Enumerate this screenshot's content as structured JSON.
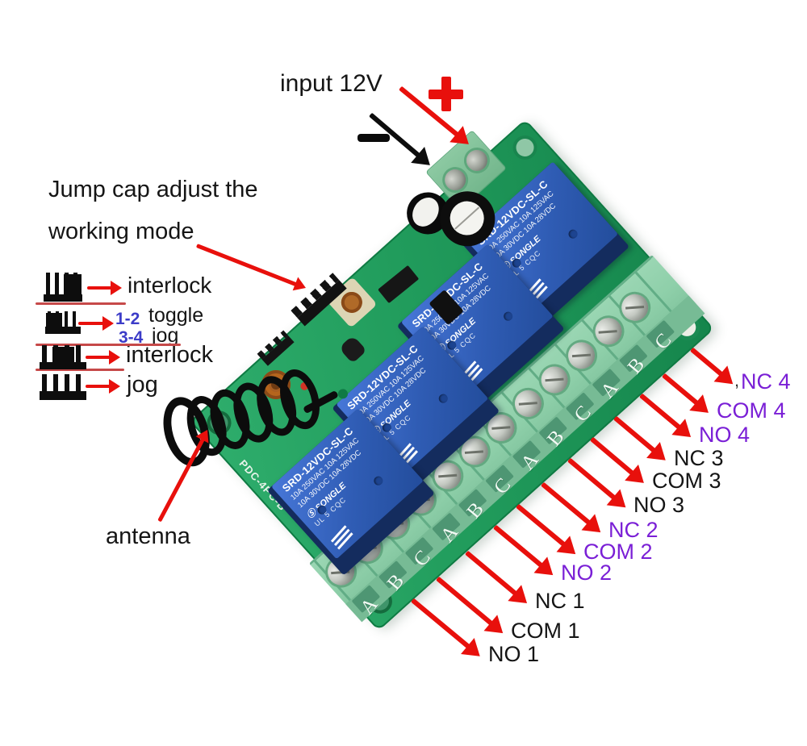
{
  "colors": {
    "red": "#e8100c",
    "black": "#151515",
    "purple": "#7a1fd6",
    "blue": "#3c3cc8",
    "underline": "#c64949"
  },
  "annotations": {
    "input_power": {
      "label": "input 12V",
      "plus": "+",
      "minus": "−"
    },
    "jump_cap": {
      "line1": "Jump cap adjust the",
      "line2": "working mode"
    },
    "antenna_label": "antenna",
    "stray_mark": ",",
    "legend": {
      "row1": "interlock",
      "row2_a": "1-2",
      "row2_b": "toggle",
      "row2_c": "3-4",
      "row2_d": "jog",
      "row3": "interlock",
      "row4": "jog"
    },
    "terminal_labels": [
      {
        "text": "NC 4",
        "color": "purple"
      },
      {
        "text": "COM 4",
        "color": "purple"
      },
      {
        "text": "NO 4",
        "color": "purple"
      },
      {
        "text": "NC 3",
        "color": "black"
      },
      {
        "text": "COM 3",
        "color": "black"
      },
      {
        "text": "NO 3",
        "color": "black"
      },
      {
        "text": "NC 2",
        "color": "purple"
      },
      {
        "text": "COM 2",
        "color": "purple"
      },
      {
        "text": "NO 2",
        "color": "purple"
      },
      {
        "text": "NC 1",
        "color": "black"
      },
      {
        "text": "COM 1",
        "color": "black"
      },
      {
        "text": "NO 1",
        "color": "black"
      }
    ]
  },
  "board": {
    "relay": {
      "model": "SRD-12VDC-SL-C",
      "rating_ac": "10A 250VAC 10A 125VAC",
      "rating_dc": "10A 30VDC 10A 28VDC",
      "brand": "Ⓢ SONGLE",
      "cert": "UL 5   CQC",
      "count": 4
    },
    "silkscreen": "PDC-4PC-B",
    "terminal_letters": [
      "A",
      "B",
      "C",
      "A",
      "B",
      "C",
      "A",
      "B",
      "C",
      "A",
      "B",
      "C"
    ]
  }
}
